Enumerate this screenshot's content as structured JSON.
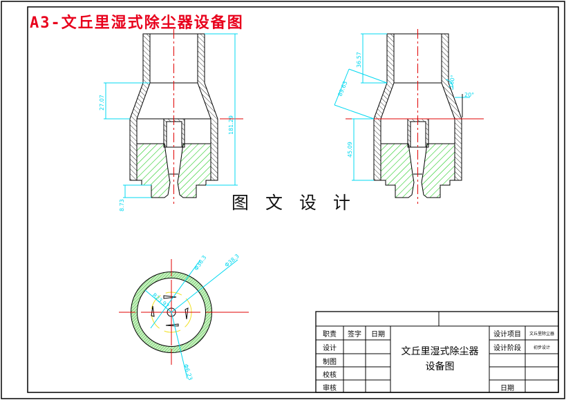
{
  "title": "A3-文丘里湿式除尘器设备图",
  "watermark": "图 文 设 计",
  "colors": {
    "frame": "#000000",
    "title": "#e8001c",
    "centerline": "#e00000",
    "dimension": "#00d8f0",
    "fill_hatch": "#22cc22",
    "circle_guide": "#f0e020"
  },
  "dimensions": {
    "front_view": [
      "27.07",
      "181.29",
      "8.73"
    ],
    "side_view": [
      "36.57",
      "89.63",
      "45.09",
      "160°",
      "20°"
    ],
    "top_view": [
      "Φ36.3",
      "Φ38.3",
      "R23.97",
      "Φ6.23"
    ]
  },
  "title_block": {
    "headers": [
      "职责",
      "签字",
      "日期"
    ],
    "roles": [
      "设计",
      "制图",
      "校核",
      "审核"
    ],
    "drawing_name_line1": "文丘里湿式除尘器",
    "drawing_name_line2": "设备图",
    "design_item_label": "设计项目",
    "design_item_value": "文丘里除尘器",
    "design_stage_label": "设计阶段",
    "design_stage_value": "初步设计",
    "date_label": "日期"
  }
}
